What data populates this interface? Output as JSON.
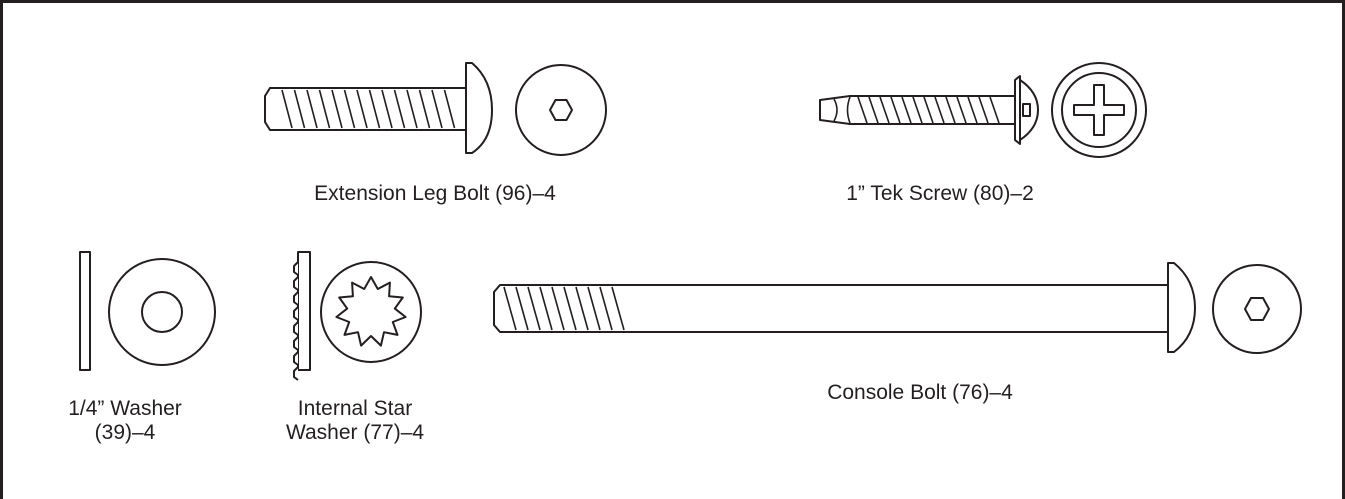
{
  "parts": {
    "extension_leg_bolt": {
      "label": "Extension Leg Bolt (96)–4",
      "head_icon": "hex-socket-icon"
    },
    "tek_screw": {
      "label": "1” Tek Screw (80)–2",
      "head_icon": "phillips-head-icon"
    },
    "washer": {
      "label_line1": "1/4” Washer",
      "label_line2": "(39)–4",
      "icon": "flat-washer-icon"
    },
    "star_washer": {
      "label_line1": "Internal Star",
      "label_line2": "Washer (77)–4",
      "icon": "internal-star-washer-icon"
    },
    "console_bolt": {
      "label": "Console Bolt (76)–4",
      "head_icon": "hex-socket-icon"
    }
  },
  "colors": {
    "line": "#231f20",
    "background": "#ffffff"
  }
}
